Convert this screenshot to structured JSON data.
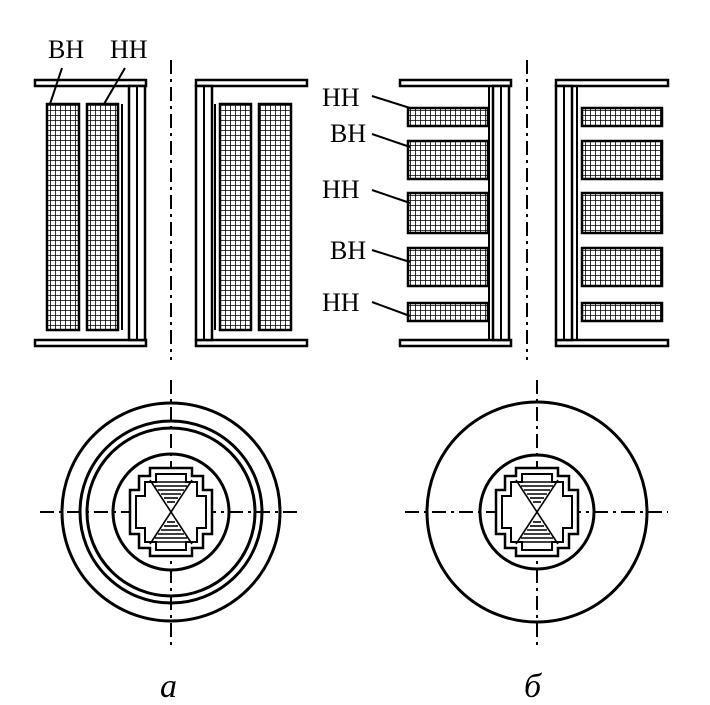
{
  "figure": {
    "variant_a": {
      "caption": "а",
      "winding_labels": [
        "ВН",
        "НН"
      ],
      "winding_type": "concentric"
    },
    "variant_b": {
      "caption": "б",
      "winding_labels": [
        "НН",
        "ВН",
        "НН",
        "ВН",
        "НН"
      ],
      "winding_type": "alternating"
    },
    "colors": {
      "line": "#000000",
      "background": "#ffffff"
    }
  }
}
